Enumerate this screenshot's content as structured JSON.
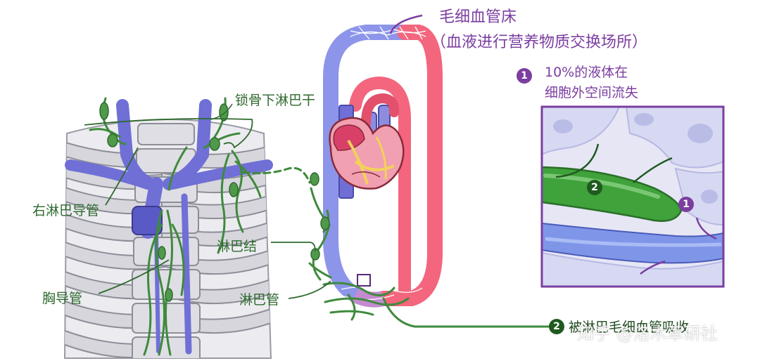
{
  "labels": {
    "capillary_title": "毛细血管床",
    "capillary_sub": "（血液进行营养物质交换场所）",
    "loss_line1": "10%的液体在",
    "loss_line2": "细胞外空间流失",
    "subclavian": "锁骨下淋巴干",
    "right_duct": "右淋巴导管",
    "node": "淋巴结",
    "thoracic": "胸导管",
    "vessel": "淋巴管",
    "absorb": "被淋巴毛细血管吸收"
  },
  "badges": {
    "one": "1",
    "two": "2"
  },
  "watermark": "知乎 @洛木草研社",
  "colors": {
    "vein_blue": "#6f6fd6",
    "artery_red": "#f0607a",
    "lymph_green": "#3f8a3c",
    "label_green": "#2f6a2e",
    "accent_purple": "#7b3ea0"
  }
}
